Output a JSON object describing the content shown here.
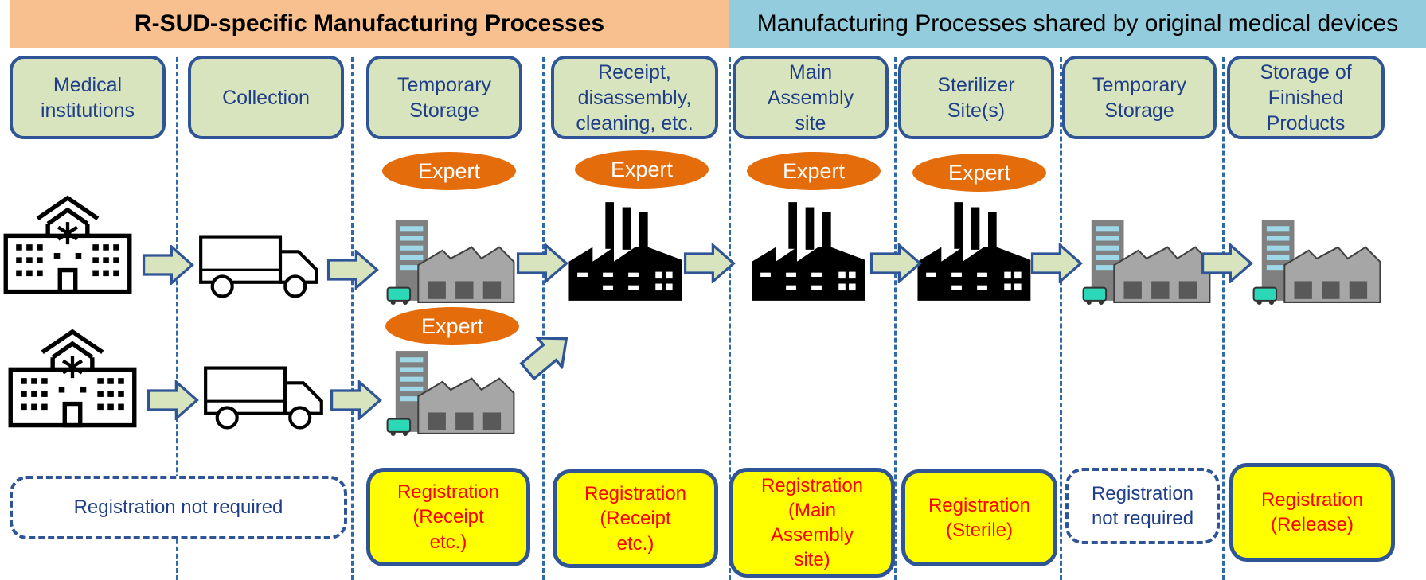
{
  "header": {
    "left_title": "R-SUD-specific Manufacturing Processes",
    "right_title": "Manufacturing Processes shared by original medical devices"
  },
  "stages": [
    "Medical\ninstitutions",
    "Collection",
    "Temporary\nStorage",
    "Receipt,\ndisassembly,\ncleaning, etc.",
    "Main\nAssembly\nsite",
    "Sterilizer\nSite(s)",
    "Temporary\nStorage",
    "Storage of\nFinished\nProducts"
  ],
  "expert_label": "Expert",
  "registrations": {
    "not_required_wide": "Registration not required",
    "receipt_1": "Registration\n(Receipt\netc.)",
    "receipt_2": "Registration\n(Receipt\netc.)",
    "main_assembly": "Registration\n(Main\nAssembly\nsite)",
    "sterile": "Registration\n(Sterile)",
    "not_required_small": "Registration\nnot required",
    "release": "Registration\n(Release)"
  },
  "icons": [
    "hospital-icon",
    "truck-icon",
    "warehouse-icon",
    "factory-icon",
    "arrow-icon"
  ],
  "colors": {
    "left_band": "#f9c08f",
    "right_band": "#93cddd",
    "stage_fill": "#d7e4bd",
    "stage_border": "#2f5597",
    "expert_fill": "#e46c0a",
    "registration_fill": "#ffff00",
    "registration_text": "#ff0000",
    "arrow_fill": "#d7e4bd"
  }
}
